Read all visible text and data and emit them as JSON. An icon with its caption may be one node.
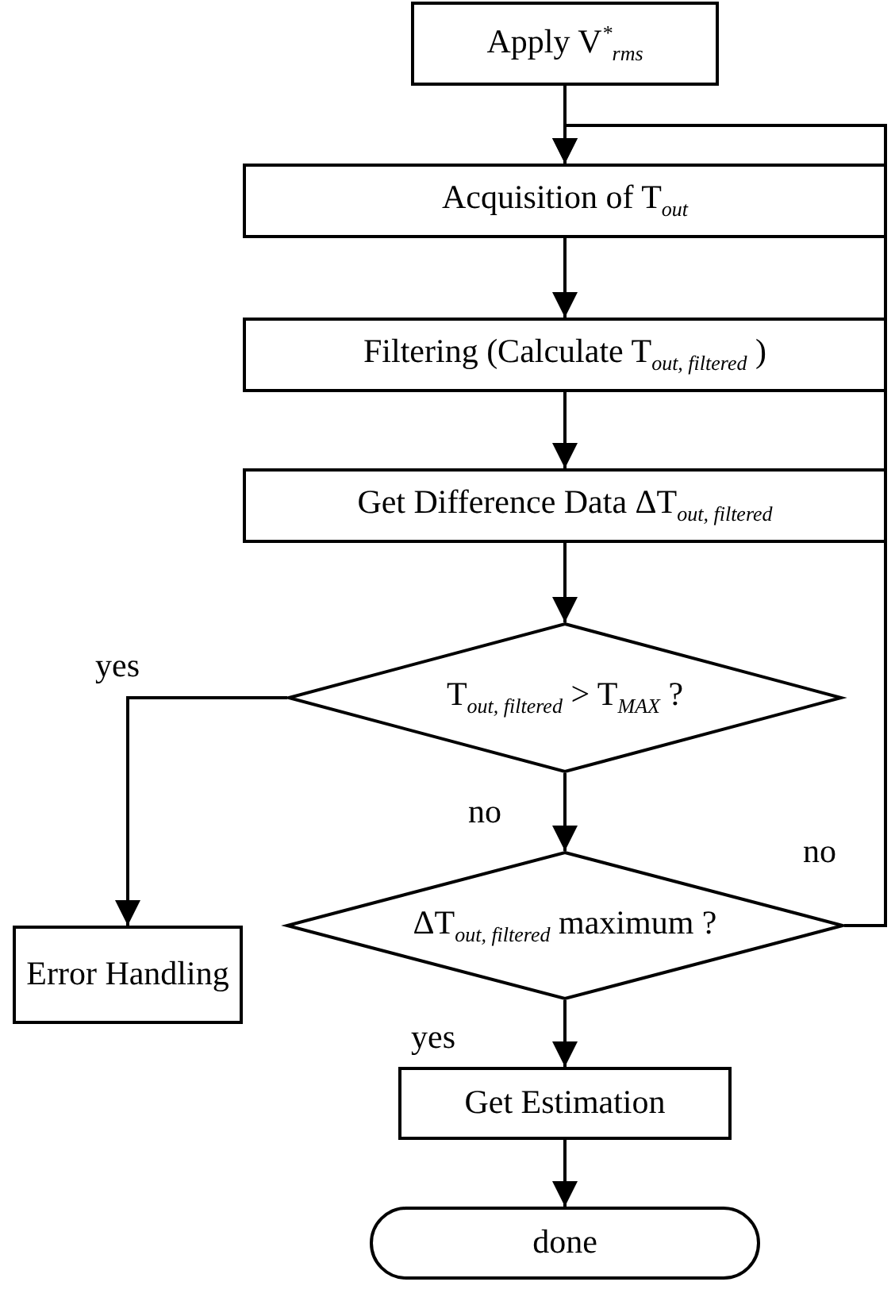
{
  "diagram": {
    "nodes": [
      {
        "text": [
          "Apply V$^{*}$$_{rms}$"
        ]
      },
      {
        "text": [
          "Acquisition of T$_{out}$"
        ]
      },
      {
        "text": [
          "Filtering (Calculate T$_{out, filtered}$ )"
        ]
      },
      {
        "text": [
          "Get Difference Data ΔT$_{out, filtered}$"
        ]
      },
      {
        "text": [
          "T$_{out, filtered}$ > T$_{MAX}$ ?"
        ]
      },
      {
        "text": [
          "ΔT$_{out, filtered}$ maximum ?"
        ]
      },
      {
        "text": [
          "Error Handling"
        ]
      },
      {
        "text": [
          "Get Estimation"
        ]
      },
      {
        "text": [
          "done"
        ]
      }
    ],
    "edges": [
      {
        "from": 0,
        "to": 1,
        "arrow": "to"
      },
      {
        "from": 1,
        "to": 2,
        "arrow": "to"
      },
      {
        "from": 2,
        "to": 3,
        "arrow": "to"
      },
      {
        "from": 3,
        "to": 4,
        "arrow": "to"
      },
      {
        "from": 4,
        "to": 6,
        "arrow": "to",
        "label": "yes"
      },
      {
        "from": 4,
        "to": 5,
        "arrow": "to",
        "label": "no"
      },
      {
        "from": 5,
        "to": 7,
        "arrow": "to",
        "label": "yes"
      },
      {
        "from": 5,
        "to": 1,
        "arrow": "to",
        "label": "no"
      },
      {
        "from": 7,
        "to": 8,
        "arrow": "to"
      }
    ]
  }
}
